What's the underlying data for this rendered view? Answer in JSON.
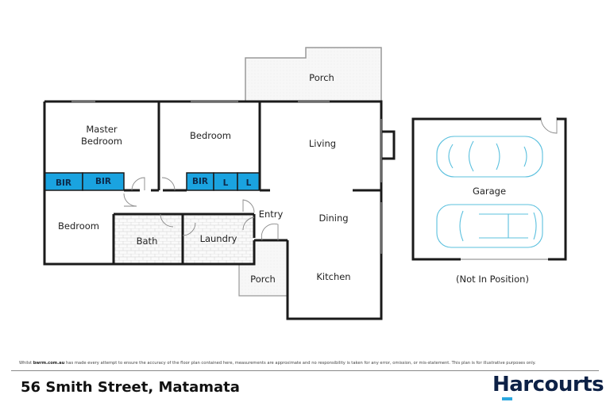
{
  "rooms": {
    "porch_top": "Porch",
    "master_bedroom_line1": "Master",
    "master_bedroom_line2": "Bedroom",
    "bedroom_2": "Bedroom",
    "living": "Living",
    "bir_1": "BIR",
    "bir_2": "BIR",
    "bir_3": "BIR",
    "linen_1": "L",
    "linen_2": "L",
    "bedroom_3": "Bedroom",
    "bath": "Bath",
    "laundry": "Laundry",
    "entry": "Entry",
    "dining": "Dining",
    "porch_front": "Porch",
    "kitchen": "Kitchen",
    "garage": "Garage",
    "garage_note": "(Not In Position)"
  },
  "colors": {
    "cupboard": "#1aa3e0",
    "car_outline": "#5bc0de",
    "brand": "#0d2146",
    "brand_accent": "#2aa7df"
  },
  "footer": {
    "disclaimer_prefix": "Whilst",
    "disclaimer_site": "bwrm.com.au",
    "disclaimer_text": "has made every attempt to ensure the accuracy of the floor plan contained here, measurements are approximate and no responsibility is taken for any error, omission, or mis-statement. This plan is for illustrative purposes only.",
    "address": "56 Smith Street, Matamata",
    "brand": "Harcourts"
  }
}
